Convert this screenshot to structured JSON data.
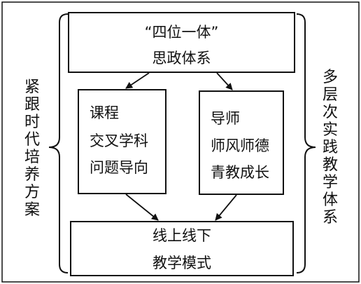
{
  "left_label": [
    "紧",
    "跟",
    "时",
    "代",
    "培",
    "养",
    "方",
    "案"
  ],
  "right_label": [
    "多",
    "层",
    "次",
    "实",
    "践",
    "教",
    "学",
    "体",
    "系"
  ],
  "top_box": {
    "line1": "“四位一体”",
    "line2": "思政体系"
  },
  "left_box": {
    "line1": "课程",
    "line2": "交叉学科",
    "line3": "问题导向"
  },
  "right_box": {
    "line1": "导师",
    "line2": "师风师德",
    "line3": "青教成长"
  },
  "bottom_box": {
    "line1": "线上线下",
    "line2": "教学模式"
  }
}
